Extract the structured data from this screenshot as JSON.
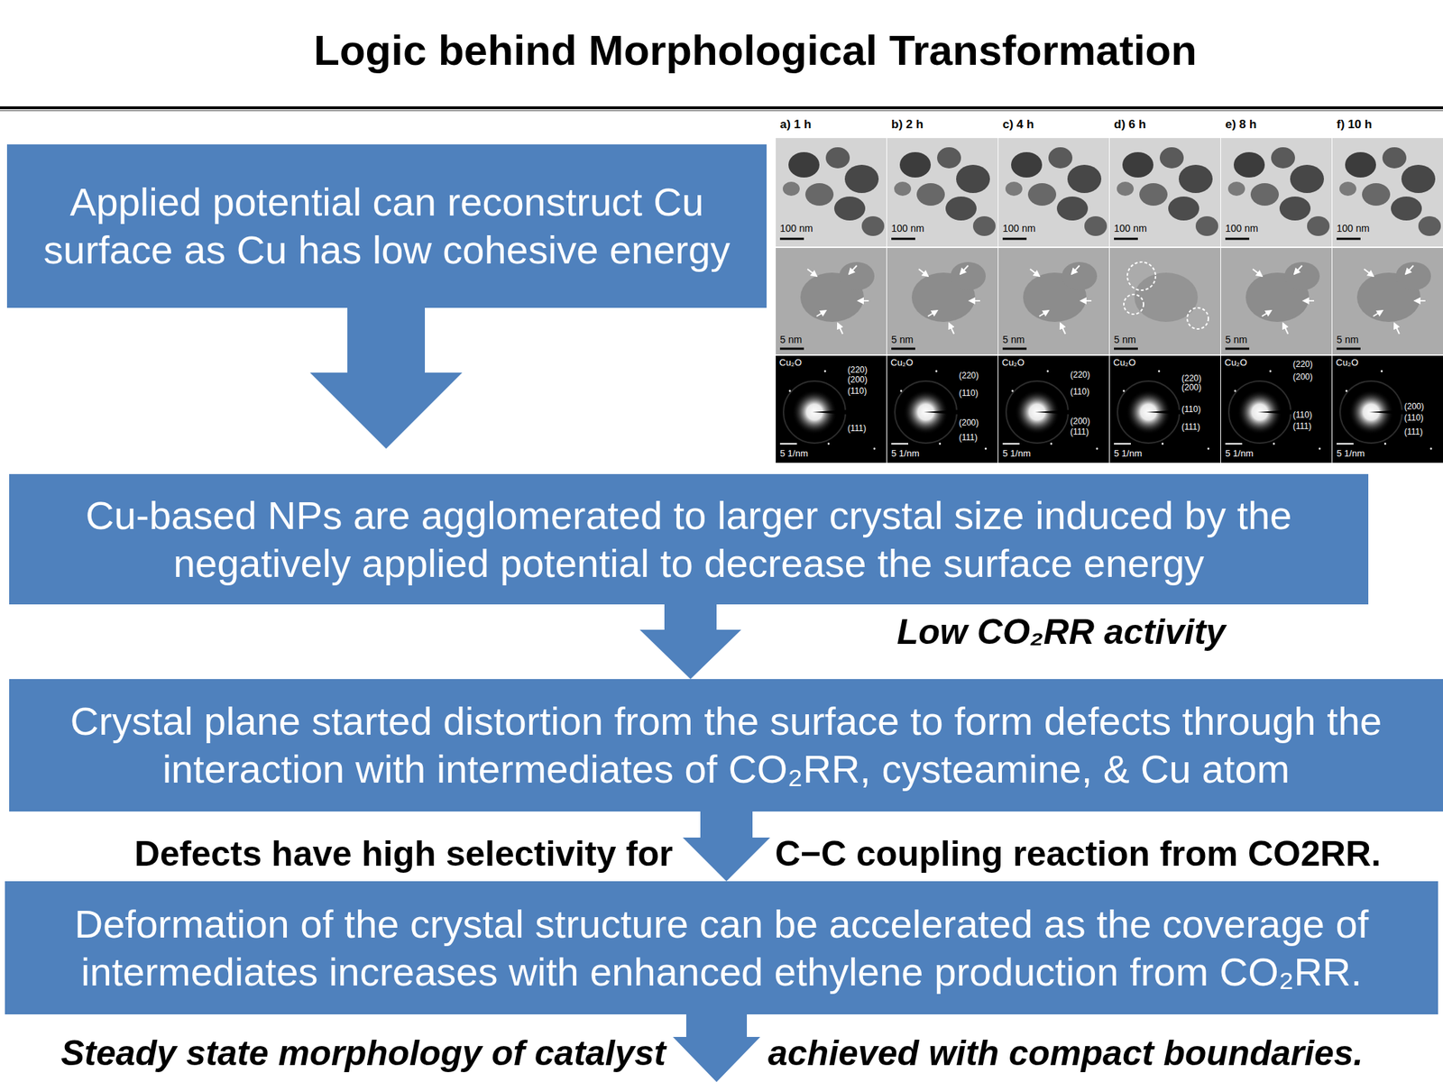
{
  "diagram": {
    "title": "Logic behind Morphological Transformation",
    "nodes": [
      {
        "text": [
          "Applied potential can reconstruct Cu surface as Cu has low cohesive energy"
        ]
      },
      {
        "text": [
          "Cu-based NPs are agglomerated to larger crystal size induced by the negatively applied potential to decrease the surface energy"
        ]
      },
      {
        "text": [
          "Crystal plane started distortion from the surface to form defects through the interaction with intermediates of CO₂RR, cysteamine, & Cu atom"
        ]
      },
      {
        "text": [
          "Deformation of the crystal structure can be accelerated as the coverage of intermediates increases with enhanced ethylene production from CO₂RR."
        ]
      }
    ],
    "edges": [
      {
        "from": 0,
        "to": 1,
        "arrow": "to"
      },
      {
        "from": 1,
        "to": 2,
        "arrow": "to",
        "label": "Low CO₂RR activity"
      },
      {
        "from": 2,
        "to": 3,
        "arrow": "to"
      }
    ],
    "labels": [
      "a) 1 h",
      "b) 2 h",
      "c) 4 h",
      "d) 6 h",
      "e) 8 h",
      "f) 10 h",
      "100 nm",
      "5 nm",
      "Cu₂O",
      "(220)",
      "(200)",
      "(110)",
      "(111)",
      "5 1/nm",
      "100 nm",
      "5 nm",
      "Cu₂O",
      "(220)",
      "(110)",
      "(200)",
      "(111)",
      "5 1/nm",
      "100 nm",
      "5 nm",
      "Cu₂O",
      "(220)",
      "(110)",
      "(200)",
      "(111)",
      "5 1/nm",
      "100 nm",
      "5 nm",
      "Cu₂O",
      "(220)",
      "(200)",
      "(110)",
      "(111)",
      "5 1/nm",
      "100 nm",
      "5 nm",
      "Cu₂O",
      "(220)",
      "(200)",
      "(110)",
      "(111)",
      "5 1/nm",
      "100 nm",
      "5 nm",
      "Cu₂O",
      "(200)",
      "(110)",
      "(111)",
      "5 1/nm",
      "Defects have high selectivity for",
      "C−C coupling reaction from CO2RR.",
      "Steady state morphology of catalyst",
      "achieved with compact boundaries."
    ]
  }
}
